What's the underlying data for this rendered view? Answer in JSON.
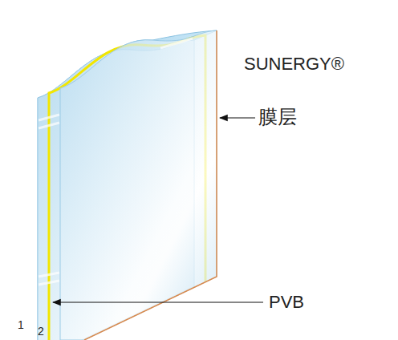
{
  "diagram": {
    "labels": [
      "SUNERGY®",
      "膜层",
      "PVB",
      "1",
      "2"
    ]
  }
}
